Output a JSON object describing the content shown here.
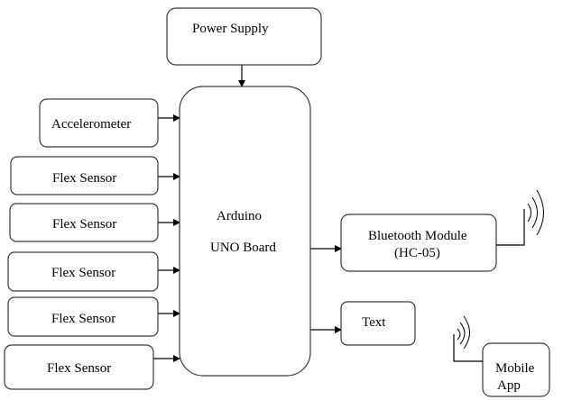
{
  "diagram": {
    "nodes": {
      "power_supply": "Power Supply",
      "accelerometer": "Accelerometer",
      "flex_sensors": [
        "Flex Sensor",
        "Flex Sensor",
        "Flex Sensor",
        "Flex Sensor",
        "Flex Sensor"
      ],
      "arduino_line1": "Arduino",
      "arduino_line2": "UNO Board",
      "bluetooth_line1": "Bluetooth Module",
      "bluetooth_line2": "(HC-05)",
      "text_output": "Text",
      "mobile_line1": "Mobile",
      "mobile_line2": "App"
    },
    "edges": [
      {
        "from": "Power Supply",
        "to": "Arduino UNO Board"
      },
      {
        "from": "Accelerometer",
        "to": "Arduino UNO Board"
      },
      {
        "from": "Flex Sensor",
        "to": "Arduino UNO Board"
      },
      {
        "from": "Flex Sensor",
        "to": "Arduino UNO Board"
      },
      {
        "from": "Flex Sensor",
        "to": "Arduino UNO Board"
      },
      {
        "from": "Flex Sensor",
        "to": "Arduino UNO Board"
      },
      {
        "from": "Flex Sensor",
        "to": "Arduino UNO Board"
      },
      {
        "from": "Arduino UNO Board",
        "to": "Bluetooth Module (HC-05)"
      },
      {
        "from": "Arduino UNO Board",
        "to": "Text"
      }
    ],
    "wireless_links": [
      {
        "device": "Bluetooth Module (HC-05)",
        "icon": "wireless-signal-icon"
      },
      {
        "device": "Mobile App",
        "icon": "wireless-signal-icon"
      }
    ],
    "colors": {
      "box_stroke": "#3a3a3a",
      "connector": "#000000",
      "background": "#ffffff"
    }
  }
}
